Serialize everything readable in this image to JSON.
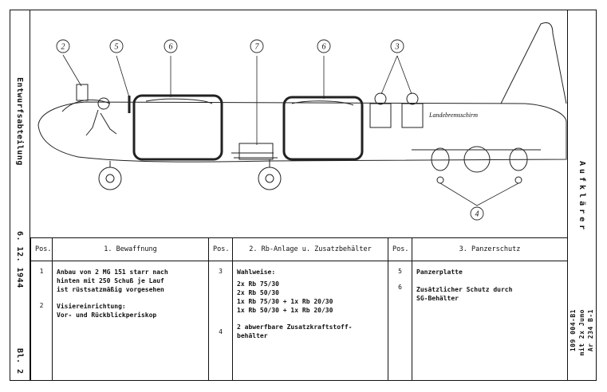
{
  "left_margin": {
    "department": "Entwurfsabteilung",
    "date": "6. 12. 1944",
    "sheet": "Bl. 2"
  },
  "right_margin": {
    "title": "Aufklärer",
    "type_line1": "Ar 234 B-1",
    "type_line2": "mit 2x Jumo",
    "type_line3": "109 004-B1"
  },
  "drawing": {
    "callouts": [
      "2",
      "5",
      "6",
      "7",
      "6",
      "3",
      "4"
    ],
    "chute_label": "Landebremsschirm"
  },
  "table": {
    "headers": {
      "pos1": "Pos.",
      "col1": "1. Bewaffnung",
      "pos2": "Pos.",
      "col2": "2. Rb-Anlage u. Zusatzbehälter",
      "pos3": "Pos.",
      "col3": "3. Panzerschutz"
    },
    "col1": [
      {
        "pos": "1",
        "lines": [
          "Anbau von 2 MG 151 starr nach",
          "hinten mit 250 Schuß je Lauf",
          "ist rüstsatzmäßig vorgesehen"
        ]
      },
      {
        "pos": "2",
        "lines": [
          "Visiereinrichtung:",
          "Vor- und Rückblickperiskop"
        ]
      }
    ],
    "col2": [
      {
        "pos": "3",
        "lines": [
          "Wahlweise:",
          "",
          "2x Rb 75/30",
          "2x Rb 50/30",
          "1x Rb 75/30 + 1x Rb 20/30",
          "1x Rb 50/30 + 1x Rb 20/30"
        ]
      },
      {
        "pos": "4",
        "lines": [
          "2 abwerfbare Zusatzkraftstoff-",
          "behälter"
        ]
      }
    ],
    "col3": [
      {
        "pos": "5",
        "lines": [
          "Panzerplatte"
        ]
      },
      {
        "pos": "6",
        "lines": [
          "Zusätzlicher Schutz durch",
          "SG-Behälter"
        ]
      }
    ]
  }
}
